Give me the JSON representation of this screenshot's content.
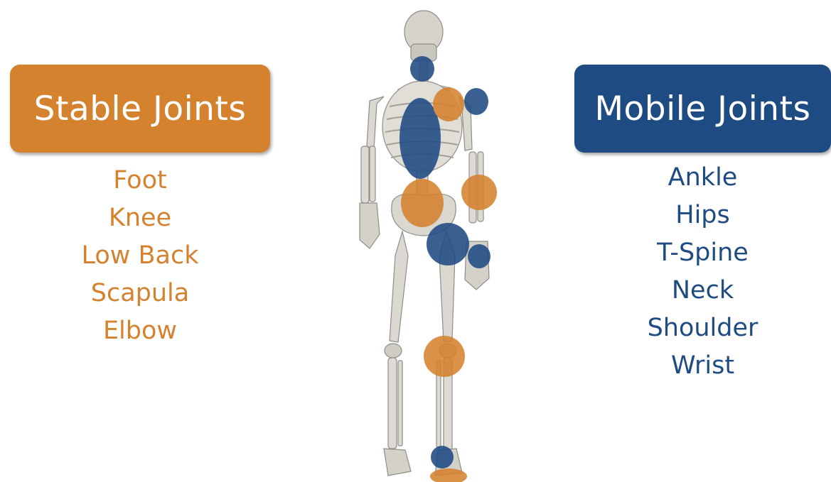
{
  "stable": {
    "title": "Stable Joints",
    "color": "#d5822f",
    "items": [
      "Foot",
      "Knee",
      "Low Back",
      "Scapula",
      "Elbow"
    ]
  },
  "mobile": {
    "title": "Mobile Joints",
    "color": "#1f4b83",
    "items": [
      "Ankle",
      "Hips",
      "T-Spine",
      "Neck",
      "Shoulder",
      "Wrist"
    ]
  },
  "figure": {
    "icon": "human-skeleton-icon",
    "markers": [
      {
        "joint": "Neck",
        "category": "mobile"
      },
      {
        "joint": "T-Spine",
        "category": "mobile"
      },
      {
        "joint": "Scapula",
        "category": "stable"
      },
      {
        "joint": "Shoulder",
        "category": "mobile"
      },
      {
        "joint": "Low Back",
        "category": "stable"
      },
      {
        "joint": "Elbow",
        "category": "stable"
      },
      {
        "joint": "Hips",
        "category": "mobile"
      },
      {
        "joint": "Wrist",
        "category": "mobile"
      },
      {
        "joint": "Knee",
        "category": "stable"
      },
      {
        "joint": "Ankle",
        "category": "mobile"
      },
      {
        "joint": "Foot",
        "category": "stable"
      }
    ]
  }
}
